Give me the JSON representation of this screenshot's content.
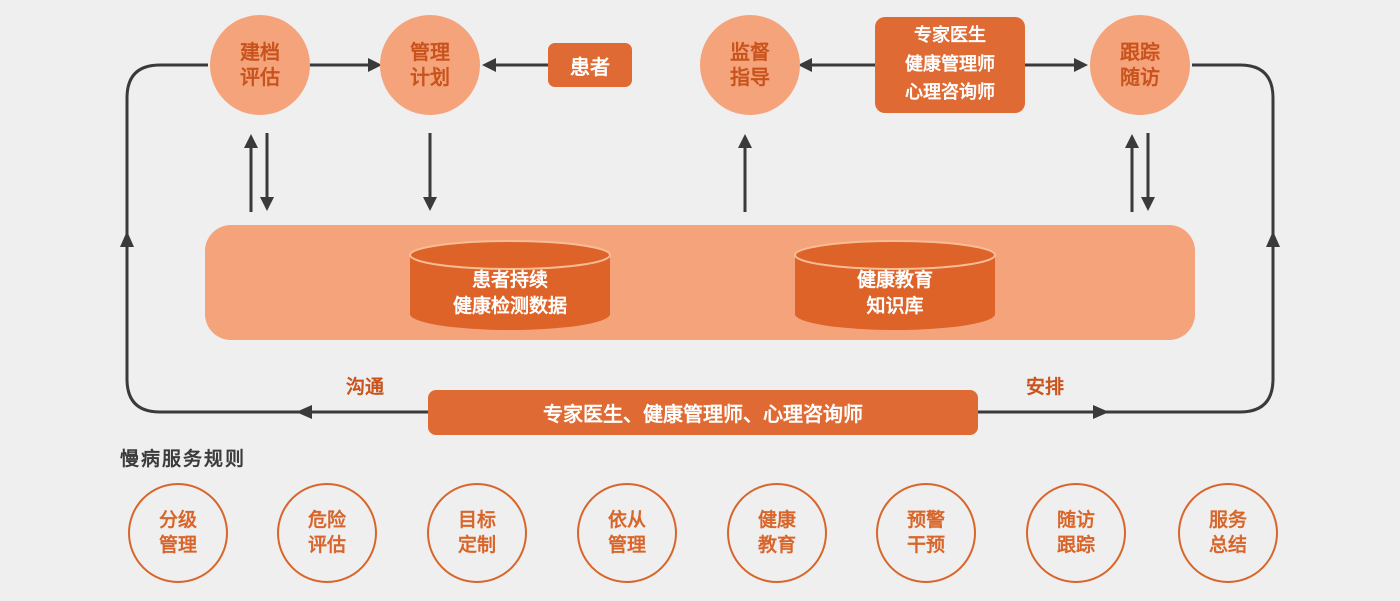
{
  "colors": {
    "background": "#efefef",
    "salmon": "#f5a37b",
    "orange": "#e06a33",
    "cylinder_orange": "#dd6328",
    "dark_orange_text": "#c9531d",
    "outline_orange": "#d8662b",
    "line": "#3a3a3a",
    "white": "#ffffff",
    "title_text": "#3c3c3c"
  },
  "top_flow": {
    "nodes": [
      {
        "id": "archive-assessment",
        "shape": "circle",
        "lines": [
          "建档",
          "评估"
        ]
      },
      {
        "id": "management-plan",
        "shape": "circle",
        "lines": [
          "管理",
          "计划"
        ]
      },
      {
        "id": "patient",
        "shape": "box",
        "lines": [
          "患者"
        ]
      },
      {
        "id": "supervision-guidance",
        "shape": "circle",
        "lines": [
          "监督",
          "指导"
        ]
      },
      {
        "id": "specialists",
        "shape": "box",
        "lines": [
          "专家医生",
          "健康管理师",
          "心理咨询师"
        ]
      },
      {
        "id": "tracking-followup",
        "shape": "circle",
        "lines": [
          "跟踪",
          "随访"
        ]
      }
    ]
  },
  "middle_band": {
    "databases": [
      {
        "id": "patient-monitoring-data",
        "lines": [
          "患者持续",
          "健康检测数据"
        ]
      },
      {
        "id": "health-education-kb",
        "lines": [
          "健康教育",
          "知识库"
        ]
      }
    ]
  },
  "bottom_bar": {
    "label": "专家医生、健康管理师、心理咨询师"
  },
  "edge_labels": {
    "communicate": "沟通",
    "arrange": "安排"
  },
  "rules_section": {
    "title": "慢病服务规则",
    "items": [
      {
        "lines": [
          "分级",
          "管理"
        ]
      },
      {
        "lines": [
          "危险",
          "评估"
        ]
      },
      {
        "lines": [
          "目标",
          "定制"
        ]
      },
      {
        "lines": [
          "依从",
          "管理"
        ]
      },
      {
        "lines": [
          "健康",
          "教育"
        ]
      },
      {
        "lines": [
          "预警",
          "干预"
        ]
      },
      {
        "lines": [
          "随访",
          "跟踪"
        ]
      },
      {
        "lines": [
          "服务",
          "总结"
        ]
      }
    ]
  }
}
